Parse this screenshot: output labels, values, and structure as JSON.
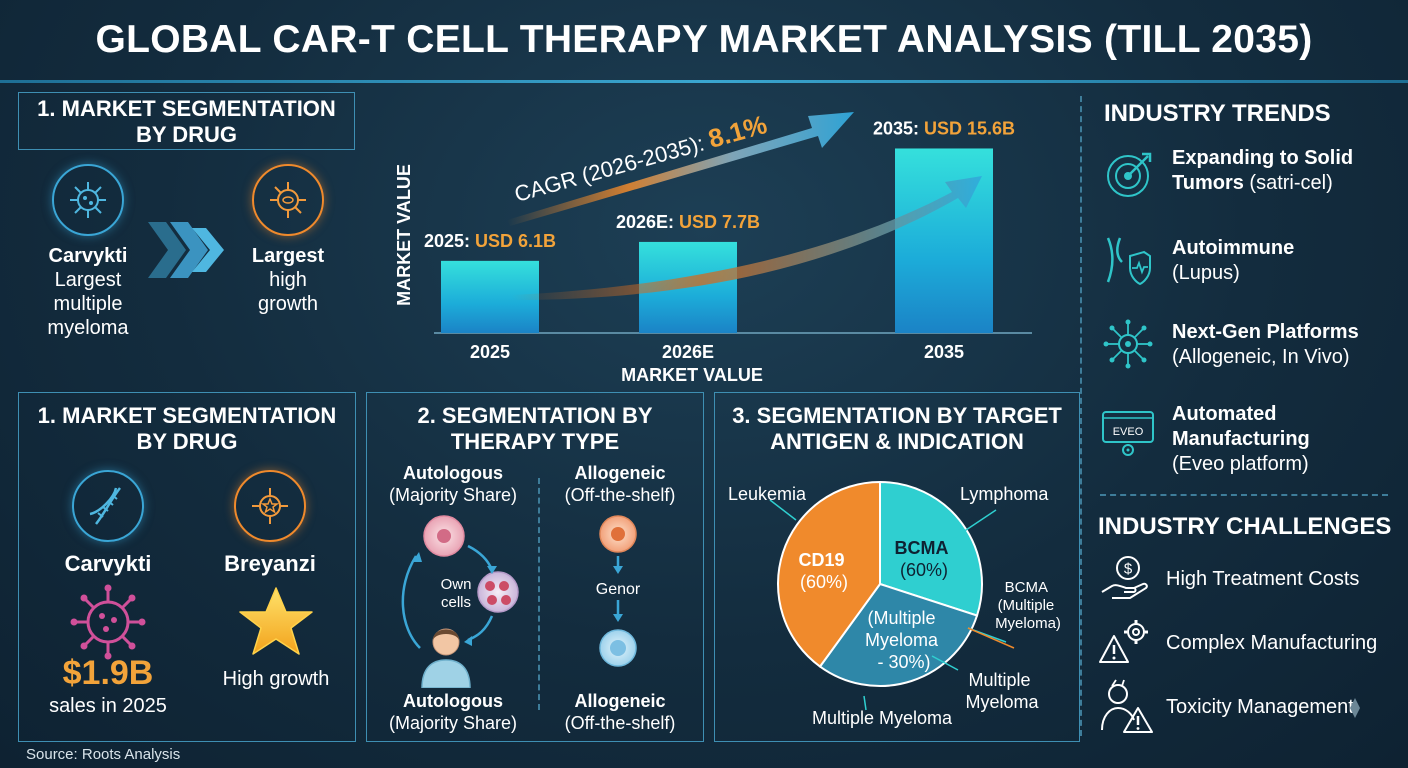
{
  "title": "GLOBAL CAR-T CELL THERAPY MARKET ANALYSIS (TILL 2035)",
  "source": "Source: Roots Analysis",
  "top_left": {
    "heading_line1": "1. MARKET SEGMENTATION",
    "heading_line2": "BY DRUG",
    "left_name": "Carvykti",
    "left_desc1": "Largest",
    "left_desc2": "multiple",
    "left_desc3": "myeloma",
    "right_name": "Largest",
    "right_desc1": "high",
    "right_desc2": "growth"
  },
  "chart_data": {
    "type": "bar",
    "categories": [
      "2025",
      "2026E",
      "2035"
    ],
    "values": [
      6.1,
      7.7,
      15.6
    ],
    "value_labels": [
      {
        "year": "2025: ",
        "value": "USD 6.1B"
      },
      {
        "year": "2026E: ",
        "value": "USD 7.7B"
      },
      {
        "year": "2035: ",
        "value": "USD 15.6B"
      }
    ],
    "xlabel": "MARKET VALUE",
    "ylabel": "MARKET VALUE",
    "cagr_label": "CAGR (2026-2035): ",
    "cagr_value": "8.1%",
    "ylim": [
      0,
      17.5
    ]
  },
  "trends": {
    "heading": "INDUSTRY TRENDS",
    "items": [
      {
        "bold1": "Expanding to Solid",
        "bold2": "Tumors",
        "rest": " (satri-cel)",
        "icon": "target-icon"
      },
      {
        "bold1": "Autoimmune",
        "rest": "(Lupus)",
        "icon": "shield-heart-icon"
      },
      {
        "bold1": "Next-Gen Platforms",
        "rest": "(Allogeneic, In Vivo)",
        "icon": "network-icon"
      },
      {
        "bold1": "Automated",
        "bold2": "Manufacturing",
        "rest": "(Eveo platform)",
        "icon": "eveo-device-icon",
        "icon_text": "EVEO"
      }
    ]
  },
  "challenges": {
    "heading": "INDUSTRY CHALLENGES",
    "items": [
      {
        "label": "High Treatment Costs",
        "icon": "hand-dollar-icon"
      },
      {
        "label": "Complex Manufacturing",
        "icon": "gear-warning-icon"
      },
      {
        "label": "Toxicity Management",
        "icon": "person-warning-icon"
      }
    ]
  },
  "drug_panel": {
    "heading_line1": "1. MARKET SEGMENTATION",
    "heading_line2": "BY DRUG",
    "left_name": "Carvykti",
    "left_value": "$1.9B",
    "left_caption": "sales in 2025",
    "right_name": "Breyanzi",
    "right_caption": "High growth"
  },
  "therapy_panel": {
    "heading_line1": "2. SEGMENTATION BY",
    "heading_line2": "THERAPY TYPE",
    "auto_top_bold": "Autologous",
    "auto_top_sub": "(Majority Share)",
    "allo_top_bold": "Allogeneic",
    "allo_top_sub": "(Off-the-shelf)",
    "own_cells_1": "Own",
    "own_cells_2": "cells",
    "genor": "Genor",
    "auto_bottom_bold": "Autologous",
    "auto_bottom_sub": "(Majority Share)",
    "allo_bottom_bold": "Allogeneic",
    "allo_bottom_sub": "(Off-the-shelf)"
  },
  "antigen_panel": {
    "heading_line1": "3. SEGMENTATION BY TARGET",
    "heading_line2": "ANTIGEN & INDICATION",
    "pie": {
      "slices": [
        {
          "label1": "CD19",
          "label2": "(60%)",
          "fraction": 0.4,
          "color": "#f08a2c"
        },
        {
          "label1": "BCMA",
          "label2": "(60%)",
          "fraction": 0.3,
          "color": "#2fcfd0"
        },
        {
          "label1": "(Multiple",
          "label2": "Myeloma",
          "label3": "- 30%)",
          "fraction": 0.3,
          "color": "#2e87a8"
        }
      ]
    },
    "callouts": {
      "leukemia": "Leukemia",
      "lymphoma": "Lymphoma",
      "bcma_mm_1": "BCMA",
      "bcma_mm_2": "(Multiple",
      "bcma_mm_3": "Myeloma)",
      "mm_right_1": "Multiple",
      "mm_right_2": "Myeloma",
      "mm_bottom": "Multiple Myeloma"
    }
  }
}
